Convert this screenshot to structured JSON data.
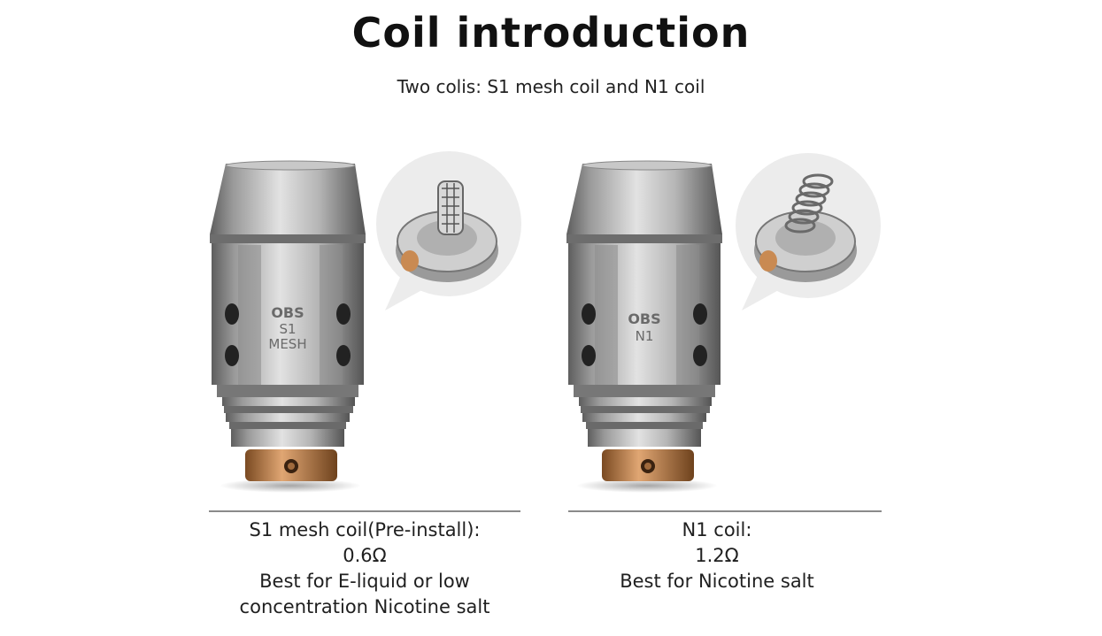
{
  "header": {
    "title": "Coil introduction",
    "subtitle": "Two colis: S1 mesh coil and N1 coil"
  },
  "coils": [
    {
      "engraving": {
        "brand": "OBS",
        "model": "S1",
        "type": "MESH"
      },
      "coil_style": "mesh",
      "caption": {
        "name": "S1 mesh coil(Pre-install):",
        "resistance": "0.6Ω",
        "use_line1": "Best for E-liquid or low",
        "use_line2": "concentration Nicotine salt"
      }
    },
    {
      "engraving": {
        "brand": "OBS",
        "model": "N1",
        "type": ""
      },
      "coil_style": "wire",
      "caption": {
        "name": "N1 coil:",
        "resistance": "1.2Ω",
        "use_line1": "Best for Nicotine salt",
        "use_line2": ""
      }
    }
  ],
  "colors": {
    "steel_light": "#d9d9d9",
    "steel_mid": "#a8a8a8",
    "steel_dark": "#5e5e5e",
    "copper": "#c98a52",
    "bubble": "#ececec"
  }
}
